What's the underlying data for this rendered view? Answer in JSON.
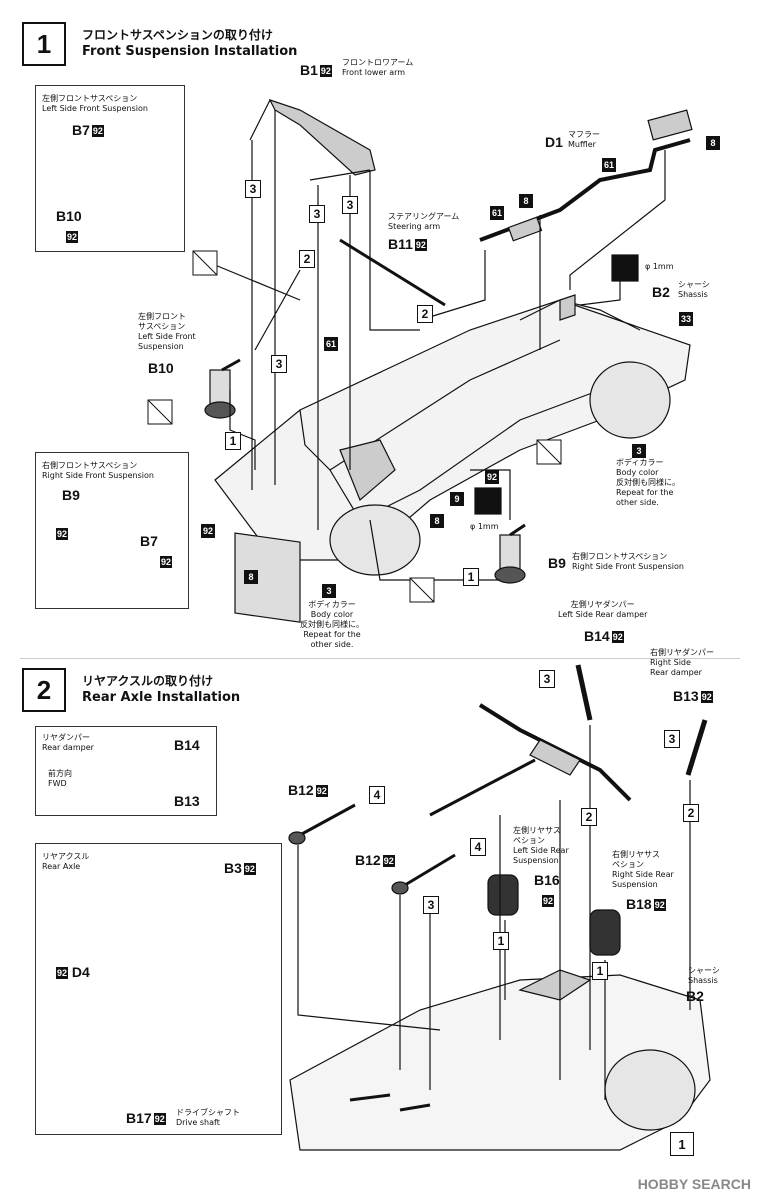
{
  "step1": {
    "number": "1",
    "title_jp": "フロントサスペンションの取り付け",
    "title_en": "Front Suspension Installation",
    "b1": {
      "code": "B1",
      "num": "92",
      "jp": "フロントロワアーム",
      "en": "Front lower arm"
    },
    "d1": {
      "code": "D1",
      "jp": "マフラー",
      "en": "Muffler"
    },
    "b11": {
      "code": "B11",
      "num": "92",
      "jp": "ステアリングアーム",
      "en": "Steering arm"
    },
    "b2": {
      "code": "B2",
      "jp": "シャーシ",
      "en": "Shassis"
    },
    "drill": "φ 1mm",
    "drill2": "φ 1mm",
    "left_inset": {
      "jp": "左側フロントサスペション",
      "en": "Left Side Front Suspension",
      "b7": "B7",
      "b10": "B10",
      "num": "92"
    },
    "left_mid": {
      "jp1": "左側フロント",
      "jp2": "サスペション",
      "en1": "Left Side Front",
      "en2": "Suspension",
      "code": "B10"
    },
    "right_inset": {
      "jp": "右側フロントサスペション",
      "en": "Right Side Front Suspension",
      "b9": "B9",
      "b7": "B7",
      "num": "92"
    },
    "right_mid": {
      "code": "B9",
      "jp": "右側フロントサスペション",
      "en": "Right Side Front Suspension"
    },
    "body_color_right": {
      "num": "3",
      "jp1": "ボディカラー",
      "en1": "Body color",
      "jp2": "反対側も同様に。",
      "en2": "Repeat for the",
      "en3": "other side."
    },
    "body_color_left": {
      "num": "3",
      "jp1": "ボディカラー",
      "en1": "Body color",
      "jp2": "反対側も同様に。",
      "en2": "Repeat for the",
      "en3": "other side."
    },
    "tags": {
      "t8a": "8",
      "t61a": "61",
      "t61b": "61",
      "t8b": "8",
      "t33": "33",
      "t61c": "61",
      "t92a": "92",
      "t92b": "92",
      "t9": "9",
      "t8c": "8",
      "t8d": "8"
    },
    "sequence": {
      "s3a": "3",
      "s3b": "3",
      "s3c": "3",
      "s2a": "2",
      "s2b": "2",
      "s3d": "3",
      "s1a": "1",
      "s1b": "1"
    }
  },
  "step2": {
    "number": "2",
    "title_jp": "リヤアクスルの取り付け",
    "title_en": "Rear Axle Installation",
    "legend": {
      "jp": "リヤダンパー",
      "en": "Rear damper",
      "b14": "B14",
      "b13": "B13",
      "fwd_jp": "前方向",
      "fwd_en": "FWD"
    },
    "b14": {
      "code": "B14",
      "num": "92",
      "jp": "左側リヤダンパー",
      "en": "Left Side Rear damper"
    },
    "b13": {
      "code": "B13",
      "num": "92",
      "jp": "右側リヤダンパー",
      "en1": "Right Side",
      "en2": "Rear damper"
    },
    "b12a": {
      "code": "B12",
      "num": "92"
    },
    "b12b": {
      "code": "B12",
      "num": "92"
    },
    "b16": {
      "code": "B16",
      "num": "92",
      "jp1": "左側リヤサス",
      "jp2": "ペション",
      "en1": "Left Side Rear",
      "en2": "Suspension"
    },
    "b18": {
      "code": "B18",
      "num": "92",
      "jp1": "右側リヤサス",
      "jp2": "ペション",
      "en1": "Right Side Rear",
      "en2": "Suspension"
    },
    "b2": {
      "code": "B2",
      "jp": "シャーシ",
      "en": "Shassis"
    },
    "inset": {
      "jp": "リヤアクスル",
      "en": "Rear Axle",
      "b3": "B3",
      "num": "92",
      "d4": "D4",
      "b17": "B17",
      "drive_jp": "ドライブシャフト",
      "drive_en": "Drive shaft"
    },
    "sequence": {
      "s3a": "3",
      "s3b": "3",
      "s4a": "4",
      "s4b": "4",
      "s3c": "3",
      "s2a": "2",
      "s2b": "2",
      "s1a": "1",
      "s1b": "1"
    },
    "end_box": "1"
  },
  "footer": "HOBBY SEARCH"
}
